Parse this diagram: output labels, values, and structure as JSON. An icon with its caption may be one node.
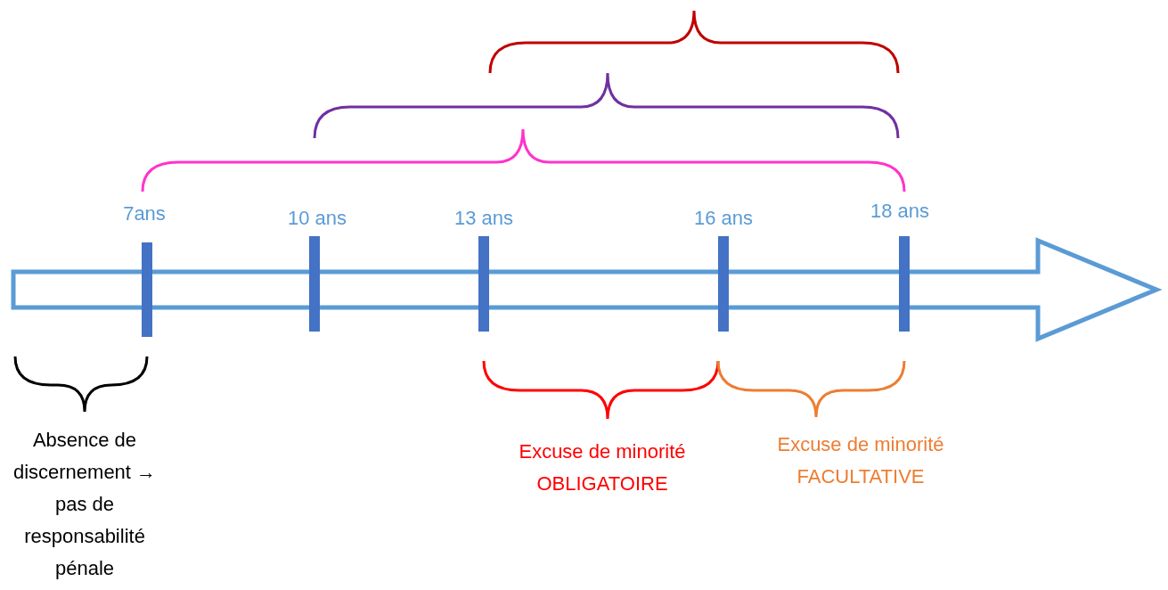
{
  "diagram": {
    "labels": [
      "7ans",
      "10 ans",
      "13 ans",
      "16 ans",
      "18 ans",
      "Absence de discernement → pas de responsabilité pénale",
      "Excuse de minorité OBLIGATOIRE",
      "Excuse de minorité FACULTATIVE"
    ]
  }
}
